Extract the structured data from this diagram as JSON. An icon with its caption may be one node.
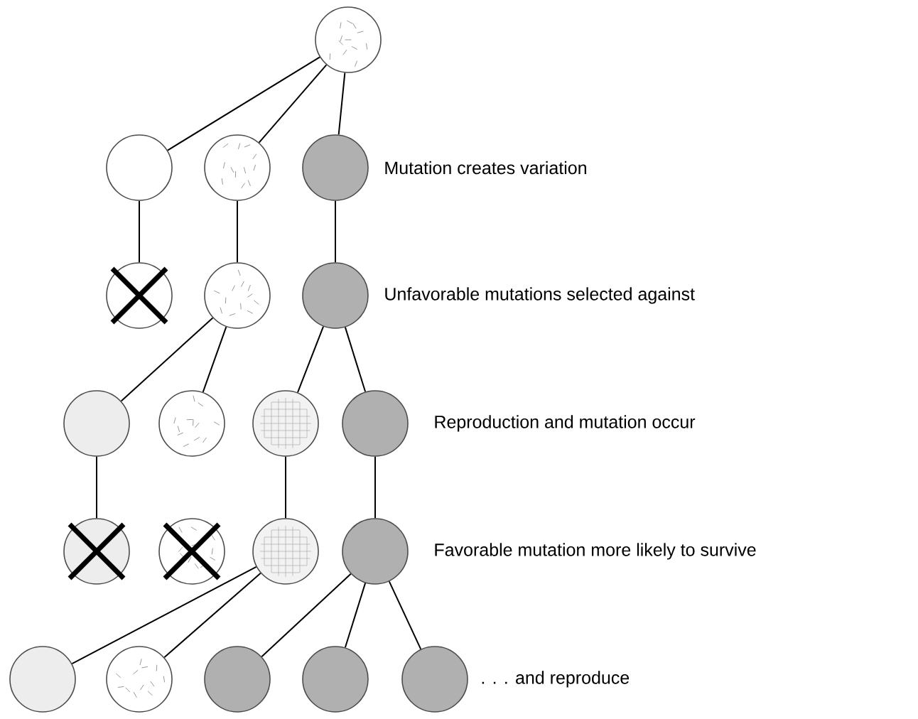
{
  "diagram": {
    "nodes": [
      {
        "text": [],
        "shape": "circle"
      },
      {
        "text": [],
        "shape": "circle"
      },
      {
        "text": [],
        "shape": "circle"
      },
      {
        "text": [],
        "shape": "circle"
      },
      {
        "text": [],
        "shape": "circle"
      },
      {
        "text": [],
        "shape": "circle"
      },
      {
        "text": [],
        "shape": "circle"
      },
      {
        "text": [],
        "shape": "circle"
      },
      {
        "text": [],
        "shape": "circle"
      },
      {
        "text": [],
        "shape": "circle"
      },
      {
        "text": [],
        "shape": "circle"
      },
      {
        "text": [],
        "shape": "circle"
      },
      {
        "text": [],
        "shape": "circle"
      },
      {
        "text": [],
        "shape": "circle"
      },
      {
        "text": [],
        "shape": "circle"
      },
      {
        "text": [],
        "shape": "circle"
      },
      {
        "text": [],
        "shape": "circle"
      },
      {
        "text": [],
        "shape": "circle"
      },
      {
        "text": [],
        "shape": "circle"
      },
      {
        "text": [],
        "shape": "circle"
      }
    ],
    "edges": [
      {
        "from": 0,
        "to": 1,
        "arrow": "none"
      },
      {
        "from": 0,
        "to": 2,
        "arrow": "none"
      },
      {
        "from": 0,
        "to": 3,
        "arrow": "none"
      },
      {
        "from": 1,
        "to": 4,
        "arrow": "none"
      },
      {
        "from": 2,
        "to": 5,
        "arrow": "none"
      },
      {
        "from": 3,
        "to": 6,
        "arrow": "none"
      },
      {
        "from": 5,
        "to": 7,
        "arrow": "none"
      },
      {
        "from": 5,
        "to": 8,
        "arrow": "none"
      },
      {
        "from": 6,
        "to": 9,
        "arrow": "none"
      },
      {
        "from": 6,
        "to": 10,
        "arrow": "none"
      },
      {
        "from": 7,
        "to": 11,
        "arrow": "none"
      },
      {
        "from": 9,
        "to": 13,
        "arrow": "none"
      },
      {
        "from": 10,
        "to": 14,
        "arrow": "none"
      },
      {
        "from": 13,
        "to": 15,
        "arrow": "none"
      },
      {
        "from": 13,
        "to": 16,
        "arrow": "none"
      },
      {
        "from": 14,
        "to": 17,
        "arrow": "none"
      },
      {
        "from": 14,
        "to": 18,
        "arrow": "none"
      },
      {
        "from": 14,
        "to": 19,
        "arrow": "none"
      }
    ],
    "labels": [
      "Mutation creates variation",
      "Unfavorable mutations selected against",
      "Reproduction and mutation occur",
      "Favorable mutation more likely to survive",
      ". . . and reproduce"
    ]
  }
}
